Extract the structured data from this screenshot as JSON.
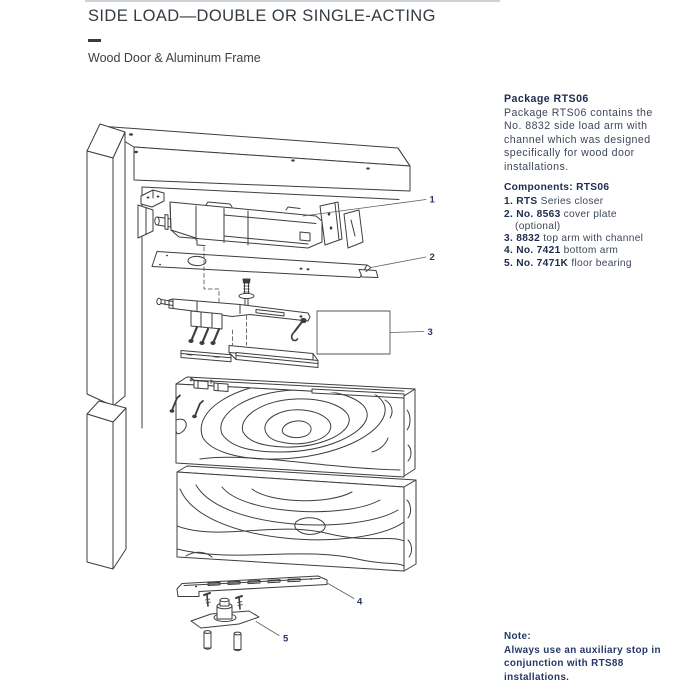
{
  "header": {
    "title": "SIDE LOAD—DOUBLE OR SINGLE-ACTING",
    "subtitle": "Wood Door & Aluminum Frame"
  },
  "info": {
    "package_heading": "Package RTS06",
    "package_body_lines": [
      "Package RTS06 contains the",
      "No. 8832 side load arm with",
      "channel which was designed",
      "specifically for wood door",
      "installations."
    ],
    "components_heading": "Components: RTS06",
    "components": [
      {
        "bold": "1. RTS",
        "rest": "Series closer",
        "cont": ""
      },
      {
        "bold": "2. No. 8563",
        "rest": "cover plate",
        "cont": "(optional)"
      },
      {
        "bold": "3. 8832",
        "rest": "top arm with channel",
        "cont": ""
      },
      {
        "bold": "4. No. 7421",
        "rest": "bottom arm",
        "cont": ""
      },
      {
        "bold": "5. No. 7471K",
        "rest": "floor bearing",
        "cont": ""
      }
    ],
    "note_heading": "Note:",
    "note_lines": [
      "Always use an auxiliary stop in",
      "conjunction with RTS88",
      "installations."
    ]
  },
  "diagram": {
    "callout_labels": [
      "1",
      "2",
      "3",
      "4",
      "5"
    ],
    "part_names": [
      "door-frame",
      "rts-closer",
      "cover-plate",
      "top-arm-with-channel",
      "wood-door-upper-panel",
      "wood-door-lower-panel",
      "bottom-arm",
      "floor-bearing"
    ]
  },
  "colors": {
    "title_text": "#343b42",
    "body_text": "#3d4759",
    "heading_navy": "#1d2b4e",
    "callout_navy": "#2a3766",
    "line_art": "#3e3e3e"
  }
}
